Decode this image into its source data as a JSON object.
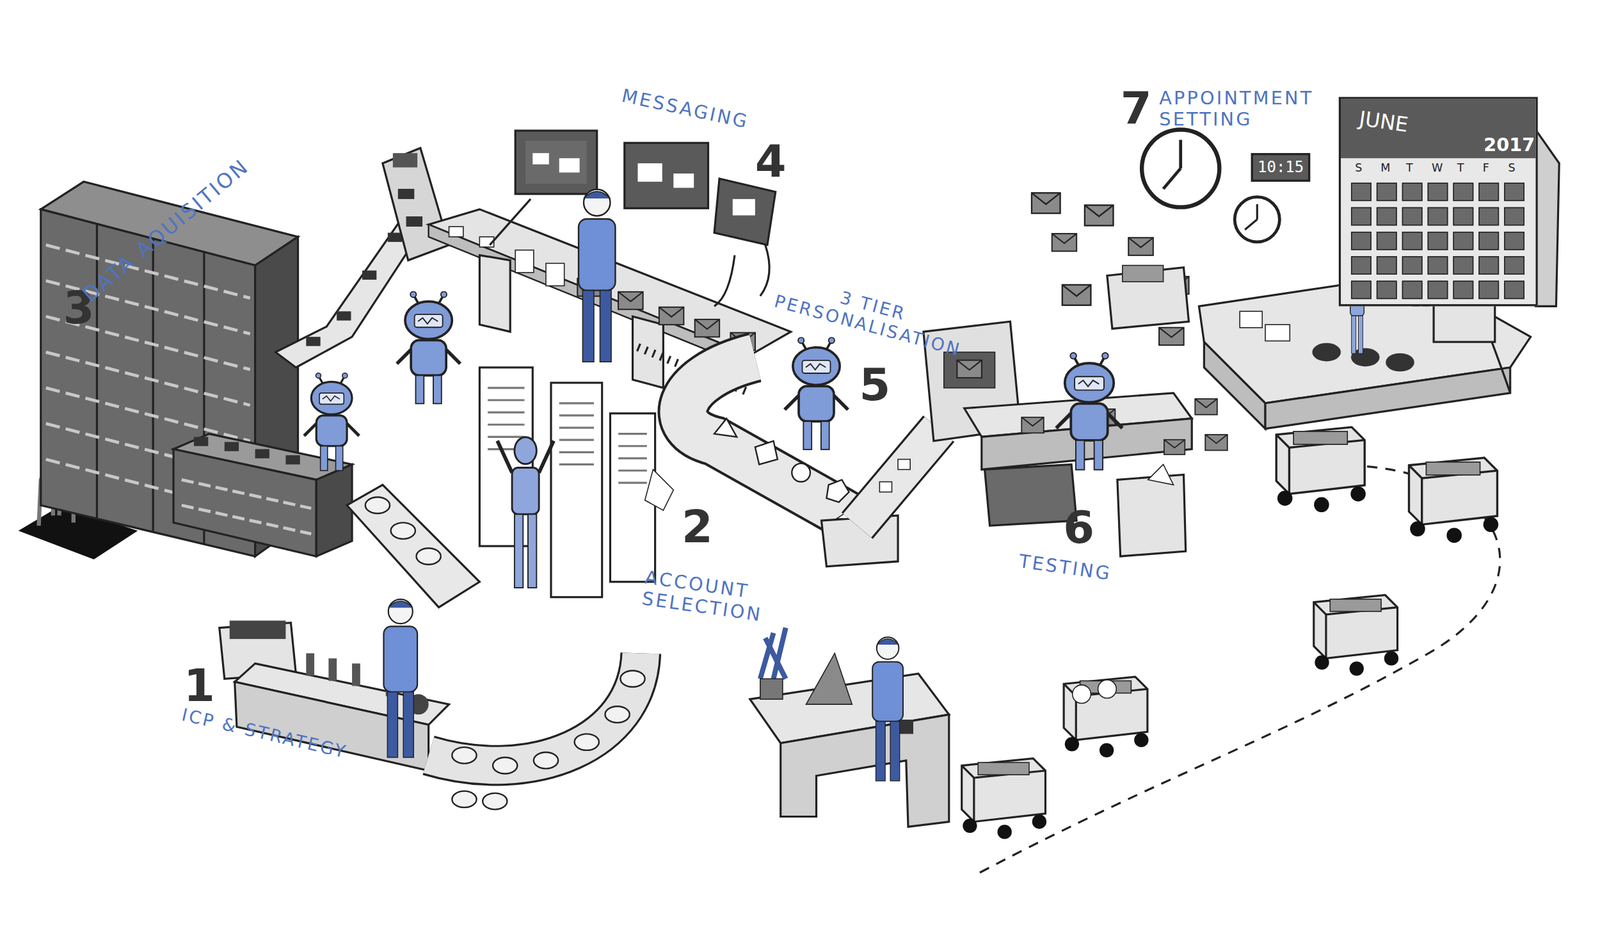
{
  "diagram": {
    "nodes": [
      {
        "text": [
          "10:15"
        ]
      },
      {
        "text": [
          "JUNE",
          "2017",
          "S",
          "M",
          "T",
          "W",
          "T",
          "F",
          "S"
        ]
      }
    ],
    "labels": [
      "1",
      "ICP & STRATEGY",
      "2",
      "ACCOUNT SELECTION",
      "3",
      "DATA AQUISITION",
      "MESSAGING",
      "4",
      "3 TIER PERSONALISATION",
      "5",
      "6",
      "TESTING",
      "7",
      "APPOINTMENT SETTING"
    ]
  }
}
